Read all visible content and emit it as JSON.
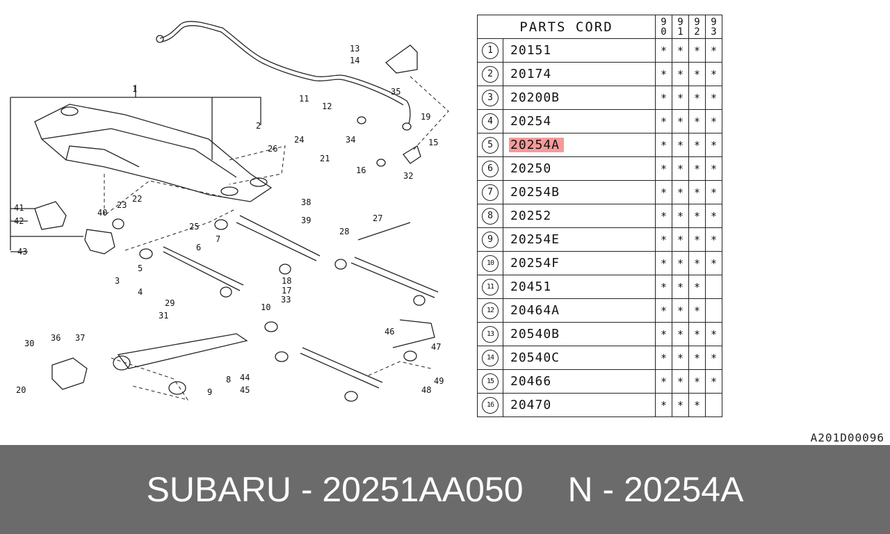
{
  "table": {
    "header": "PARTS CORD",
    "years": [
      [
        "9",
        "0"
      ],
      [
        "9",
        "1"
      ],
      [
        "9",
        "2"
      ],
      [
        "9",
        "3"
      ]
    ],
    "rows": [
      {
        "num": "1",
        "code": "20151",
        "marks": [
          "*",
          "*",
          "*",
          "*"
        ]
      },
      {
        "num": "2",
        "code": "20174",
        "marks": [
          "*",
          "*",
          "*",
          "*"
        ]
      },
      {
        "num": "3",
        "code": "20200B",
        "marks": [
          "*",
          "*",
          "*",
          "*"
        ]
      },
      {
        "num": "4",
        "code": "20254",
        "marks": [
          "*",
          "*",
          "*",
          "*"
        ]
      },
      {
        "num": "5",
        "code": "20254A",
        "marks": [
          "*",
          "*",
          "*",
          "*"
        ],
        "highlight": true
      },
      {
        "num": "6",
        "code": "20250",
        "marks": [
          "*",
          "*",
          "*",
          "*"
        ]
      },
      {
        "num": "7",
        "code": "20254B",
        "marks": [
          "*",
          "*",
          "*",
          "*"
        ]
      },
      {
        "num": "8",
        "code": "20252",
        "marks": [
          "*",
          "*",
          "*",
          "*"
        ]
      },
      {
        "num": "9",
        "code": "20254E",
        "marks": [
          "*",
          "*",
          "*",
          "*"
        ]
      },
      {
        "num": "10",
        "code": "20254F",
        "marks": [
          "*",
          "*",
          "*",
          "*"
        ]
      },
      {
        "num": "11",
        "code": "20451",
        "marks": [
          "*",
          "*",
          "*",
          ""
        ]
      },
      {
        "num": "12",
        "code": "20464A",
        "marks": [
          "*",
          "*",
          "*",
          ""
        ]
      },
      {
        "num": "13",
        "code": "20540B",
        "marks": [
          "*",
          "*",
          "*",
          "*"
        ]
      },
      {
        "num": "14",
        "code": "20540C",
        "marks": [
          "*",
          "*",
          "*",
          "*"
        ]
      },
      {
        "num": "15",
        "code": "20466",
        "marks": [
          "*",
          "*",
          "*",
          "*"
        ]
      },
      {
        "num": "16",
        "code": "20470",
        "marks": [
          "*",
          "*",
          "*",
          ""
        ]
      }
    ]
  },
  "highlight_color": "#f59a9a",
  "reference_code": "A201D00096",
  "footer": {
    "left": "SUBARU - 20251AA050",
    "right": "N - 20254A",
    "background": "#6b6b6b"
  },
  "callouts": [
    "1",
    "2",
    "3",
    "4",
    "5",
    "6",
    "7",
    "8",
    "9",
    "10",
    "11",
    "12",
    "13",
    "14",
    "15",
    "16",
    "17",
    "18",
    "19",
    "20",
    "21",
    "22",
    "23",
    "24",
    "25",
    "26",
    "27",
    "28",
    "29",
    "30",
    "31",
    "32",
    "33",
    "34",
    "35",
    "36",
    "37",
    "38",
    "39",
    "40",
    "41",
    "42",
    "43",
    "44",
    "45",
    "46",
    "47",
    "48",
    "49"
  ]
}
